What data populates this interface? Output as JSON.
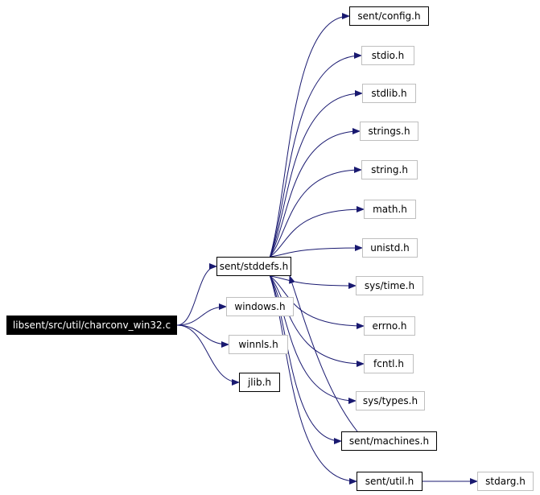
{
  "nodes": [
    {
      "id": "charconv_win32",
      "label": "libsent/src/util/charconv_win32.c",
      "style": "root"
    },
    {
      "id": "sent_stddefs",
      "label": "sent/stddefs.h",
      "style": "linked"
    },
    {
      "id": "windows",
      "label": "windows.h",
      "style": "plain"
    },
    {
      "id": "winnls",
      "label": "winnls.h",
      "style": "plain"
    },
    {
      "id": "jlib",
      "label": "jlib.h",
      "style": "linked"
    },
    {
      "id": "sent_config",
      "label": "sent/config.h",
      "style": "linked"
    },
    {
      "id": "stdio",
      "label": "stdio.h",
      "style": "plain"
    },
    {
      "id": "stdlib",
      "label": "stdlib.h",
      "style": "plain"
    },
    {
      "id": "strings",
      "label": "strings.h",
      "style": "plain"
    },
    {
      "id": "string",
      "label": "string.h",
      "style": "plain"
    },
    {
      "id": "math",
      "label": "math.h",
      "style": "plain"
    },
    {
      "id": "unistd",
      "label": "unistd.h",
      "style": "plain"
    },
    {
      "id": "sys_time",
      "label": "sys/time.h",
      "style": "plain"
    },
    {
      "id": "errno",
      "label": "errno.h",
      "style": "plain"
    },
    {
      "id": "fcntl",
      "label": "fcntl.h",
      "style": "plain"
    },
    {
      "id": "sys_types",
      "label": "sys/types.h",
      "style": "plain"
    },
    {
      "id": "sent_machines",
      "label": "sent/machines.h",
      "style": "linked"
    },
    {
      "id": "sent_util",
      "label": "sent/util.h",
      "style": "linked"
    },
    {
      "id": "stdarg",
      "label": "stdarg.h",
      "style": "plain"
    }
  ],
  "edges": [
    {
      "from": "charconv_win32",
      "to": "sent_stddefs"
    },
    {
      "from": "charconv_win32",
      "to": "windows"
    },
    {
      "from": "charconv_win32",
      "to": "winnls"
    },
    {
      "from": "charconv_win32",
      "to": "jlib"
    },
    {
      "from": "sent_stddefs",
      "to": "sent_config"
    },
    {
      "from": "sent_stddefs",
      "to": "stdio"
    },
    {
      "from": "sent_stddefs",
      "to": "stdlib"
    },
    {
      "from": "sent_stddefs",
      "to": "strings"
    },
    {
      "from": "sent_stddefs",
      "to": "string"
    },
    {
      "from": "sent_stddefs",
      "to": "math"
    },
    {
      "from": "sent_stddefs",
      "to": "unistd"
    },
    {
      "from": "sent_stddefs",
      "to": "sys_time"
    },
    {
      "from": "sent_stddefs",
      "to": "errno"
    },
    {
      "from": "sent_stddefs",
      "to": "fcntl"
    },
    {
      "from": "sent_stddefs",
      "to": "sys_types"
    },
    {
      "from": "sent_stddefs",
      "to": "sent_machines"
    },
    {
      "from": "sent_machines",
      "to": "sent_stddefs"
    },
    {
      "from": "sent_stddefs",
      "to": "sent_util"
    },
    {
      "from": "sent_util",
      "to": "stdarg"
    }
  ],
  "colors": {
    "edge": "#191970",
    "plain_border": "#bfbfbf",
    "linked_border": "#000000",
    "root_fill": "#000000",
    "root_text": "#ffffff"
  }
}
